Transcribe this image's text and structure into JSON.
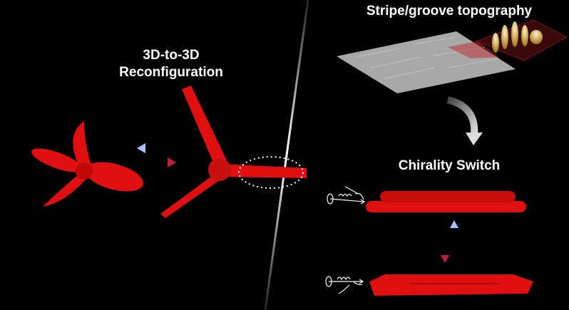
{
  "left_panel": {
    "title_line1": "3D-to-3D",
    "title_line2": "Reconfiguration"
  },
  "right_panel": {
    "top_title": "Stripe/groove topography",
    "bottom_title": "Chirality Switch"
  },
  "colors": {
    "background": "#000000",
    "structure_red": "#e01010",
    "arrow_blue": "#8fa8e8",
    "arrow_red": "#c0203a",
    "text": "#ffffff"
  }
}
